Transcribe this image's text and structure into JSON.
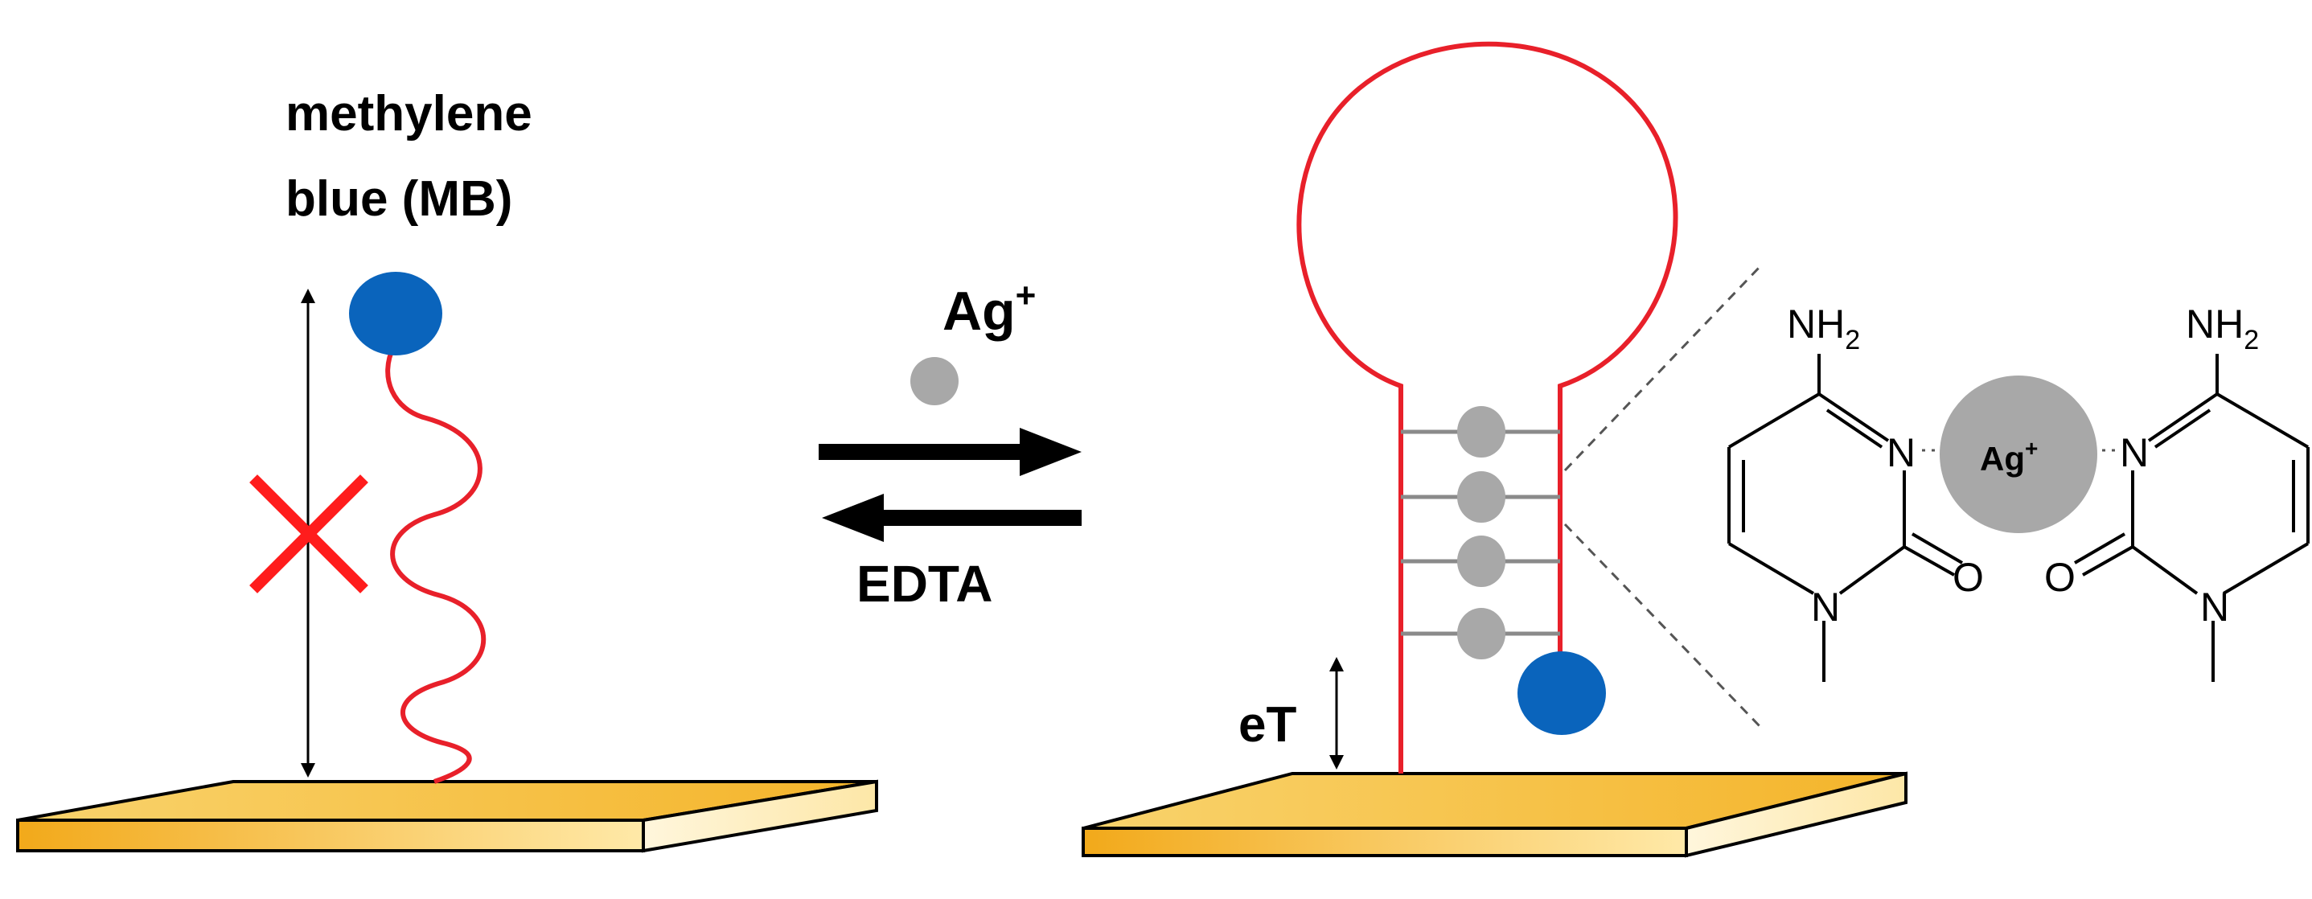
{
  "labels": {
    "mb_line1": "methylene",
    "mb_line2": "blue (MB)",
    "ag_base": "Ag",
    "ag_sup": "+",
    "edta": "EDTA",
    "et": "eT",
    "ag_complex_base": "Ag",
    "ag_complex_sup": "+"
  },
  "chem": {
    "nh2_base": "NH",
    "nh2_sub": "2",
    "n_atom": "N",
    "o_atom": "O"
  },
  "colors": {
    "strand": "#e8202a",
    "mb_blue": "#0a64bc",
    "ag_gray": "#a8a8a8",
    "cross": "#ff1c1c",
    "gold_top": "#f7c64a",
    "gold_edge_light": "#fff4d4",
    "base_pair": "#8a8a8a"
  }
}
